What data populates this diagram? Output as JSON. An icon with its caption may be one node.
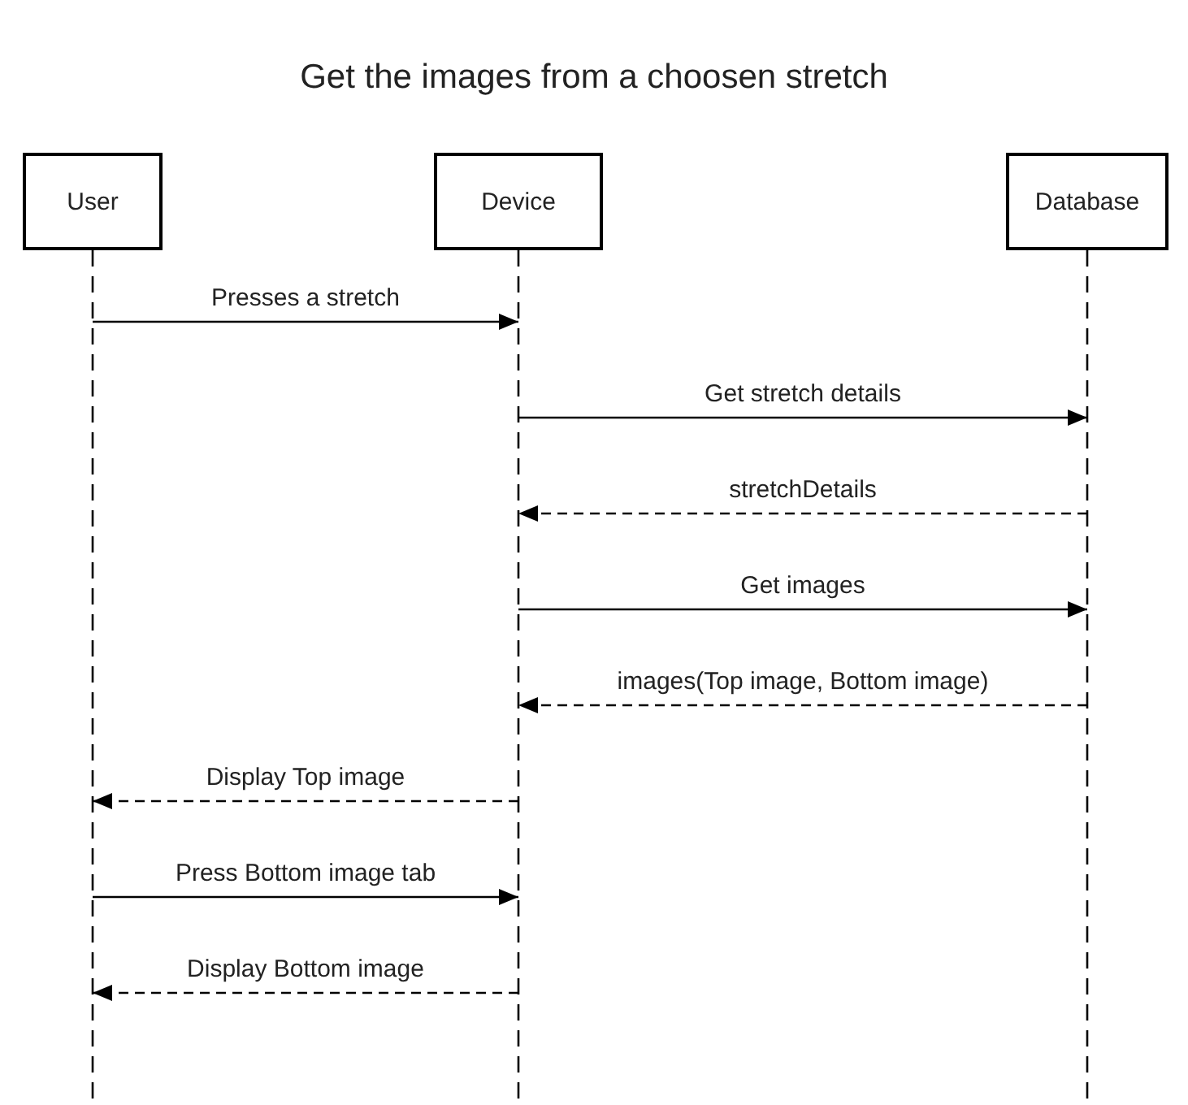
{
  "diagram": {
    "title": "Get the images from a choosen stretch",
    "nodes": [
      {
        "text": [
          "User"
        ]
      },
      {
        "text": [
          "Device"
        ]
      },
      {
        "text": [
          "Database"
        ]
      }
    ],
    "edges": [
      {
        "from": 0,
        "to": 1,
        "arrow": "to",
        "label": "Presses a stretch"
      },
      {
        "from": 1,
        "to": 2,
        "arrow": "to",
        "label": "Get stretch details"
      },
      {
        "from": 2,
        "to": 1,
        "arrow": "to",
        "label": "stretchDetails",
        "style": "dashed"
      },
      {
        "from": 1,
        "to": 2,
        "arrow": "to",
        "label": "Get images"
      },
      {
        "from": 2,
        "to": 1,
        "arrow": "to",
        "label": "images(Top image, Bottom image)",
        "style": "dashed"
      },
      {
        "from": 1,
        "to": 0,
        "arrow": "to",
        "label": "Display Top image",
        "style": "dashed"
      },
      {
        "from": 0,
        "to": 1,
        "arrow": "to",
        "label": "Press Bottom image tab"
      },
      {
        "from": 1,
        "to": 0,
        "arrow": "to",
        "label": "Display Bottom image",
        "style": "dashed"
      }
    ]
  }
}
